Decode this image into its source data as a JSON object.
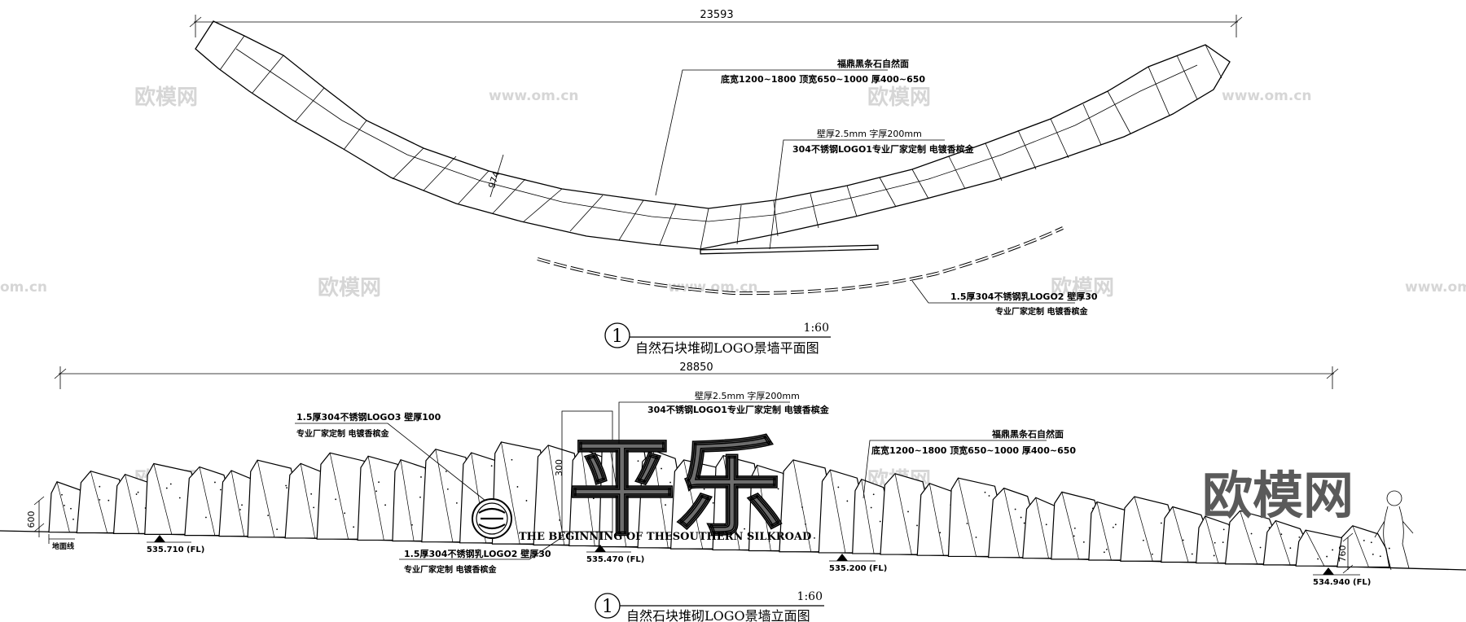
{
  "plan": {
    "dimension": "23593",
    "width_label": "974",
    "stone_note_1": "福鼎黑条石自然面",
    "stone_note_2": "底宽1200~1800  顶宽650~1000  厚400~650",
    "logo1_note_1": "壁厚2.5mm  字厚200mm",
    "logo1_note_2": "304不锈钢LOGO1专业厂家定制  电镀香槟金",
    "logo2_note_1": "1.5厚304不锈钢乳LOGO2    壁厚30",
    "logo2_note_2": "专业厂家定制  电镀香槟金",
    "title_number": "1",
    "title_scale": "1:60",
    "title": "自然石块堆砌LOGO景墙平面图"
  },
  "elevation": {
    "dimension": "28850",
    "logo3_note_1": "1.5厚304不锈钢LOGO3    壁厚100",
    "logo3_note_2": "专业厂家定制  电镀香槟金",
    "logo1_note_1": "壁厚2.5mm  字厚200mm",
    "logo1_note_2": "304不锈钢LOGO1专业厂家定制  电镀香槟金",
    "stone_note_1": "福鼎黑条石自然面",
    "stone_note_2": "底宽1200~1800  顶宽650~1000  厚400~650",
    "logo2_note_1": "1.5厚304不锈钢乳LOGO2    壁厚30",
    "logo2_note_2": "专业厂家定制  电镀香槟金",
    "height_left": "600",
    "height_right": "760",
    "ground_label": "地面线",
    "level_1": "535.710 (FL)",
    "level_2": "535.470 (FL)",
    "level_3": "535.200 (FL)",
    "level_4": "534.940 (FL)",
    "big_characters": "平乐",
    "slogan": "THE BEGINNING OF THESOUTHERN SILKROAD",
    "dim_300": "300",
    "title_number": "1",
    "title_scale": "1:60",
    "title": "自然石块堆砌LOGO景墙立面图"
  },
  "watermarks": {
    "brand": "欧模网",
    "url": "www.om.cn",
    "url_cut": "om.cn"
  }
}
